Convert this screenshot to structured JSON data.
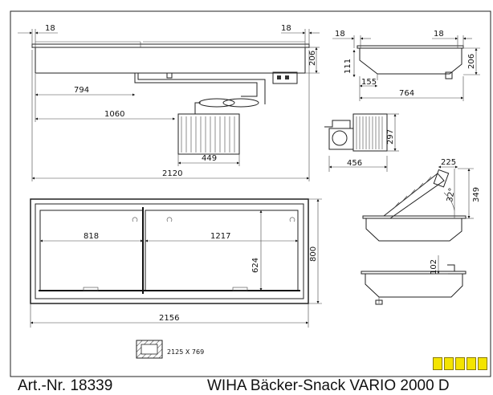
{
  "dimensions": {
    "top_left_overhang": "18",
    "top_right_overhang": "18",
    "front_height": "206",
    "pos_794": "794",
    "pos_1060": "1060",
    "unit_width": "449",
    "total_length": "2120",
    "side_overhang_left": "18",
    "side_overhang_right": "18",
    "side_111": "111",
    "side_155": "155",
    "side_height": "206",
    "side_depth": "764",
    "unit_height": "297",
    "unit_depth": "456",
    "lid_225": "225",
    "lid_349": "349",
    "lid_angle": "32°",
    "plan_818": "818",
    "plan_1217": "1217",
    "plan_624": "624",
    "plan_depth": "800",
    "plan_length": "2156",
    "section_102": "102",
    "cutout": "2125 X 769"
  },
  "footer": {
    "article": "Art.-Nr. 18339",
    "model": "WIHA Bäcker-Snack VARIO 2000 D"
  },
  "rating": {
    "squares": 5,
    "color": "#f4e400"
  }
}
